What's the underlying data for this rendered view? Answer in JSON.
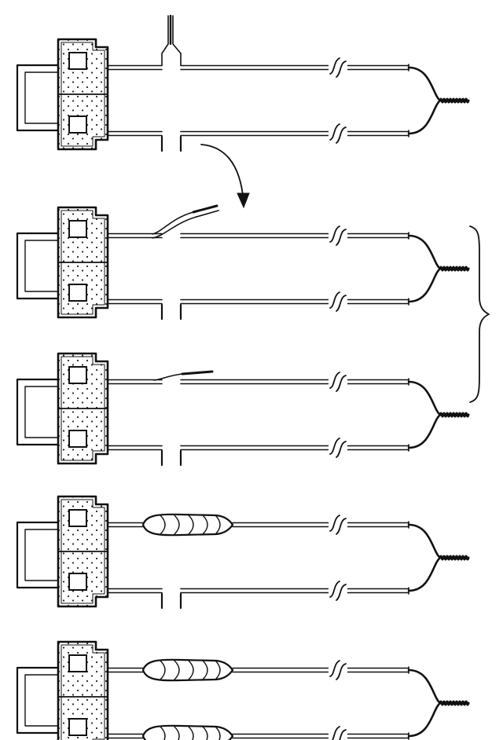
{
  "diagram": {
    "kind": "wire-harness-repair-sequence",
    "steps": [
      {
        "step": 1,
        "wire_cut_gap": {
          "upper": true,
          "lower": true
        },
        "upper_state": "cut-end-pulled-up",
        "upper_sleeve": false,
        "lower_sleeve": false
      },
      {
        "step": 2,
        "wire_cut_gap": {
          "upper": true,
          "lower": true
        },
        "upper_state": "ends-being-twisted",
        "upper_sleeve": false,
        "lower_sleeve": false
      },
      {
        "step": 3,
        "wire_cut_gap": {
          "upper": true,
          "lower": true
        },
        "upper_state": "ends-spliced",
        "upper_sleeve": false,
        "lower_sleeve": false
      },
      {
        "step": 4,
        "wire_cut_gap": {
          "upper": false,
          "lower": true
        },
        "upper_state": "insulated",
        "upper_sleeve": true,
        "lower_sleeve": false
      },
      {
        "step": 5,
        "wire_cut_gap": {
          "upper": false,
          "lower": false
        },
        "upper_state": "insulated",
        "upper_sleeve": true,
        "lower_sleeve": true
      }
    ],
    "annotations": {
      "arrow_between_steps": [
        1,
        2
      ],
      "brace_spans_steps": [
        2,
        3
      ]
    },
    "colors": {
      "ink": "#111111",
      "paper": "#ffffff",
      "dots": "#222222"
    }
  }
}
